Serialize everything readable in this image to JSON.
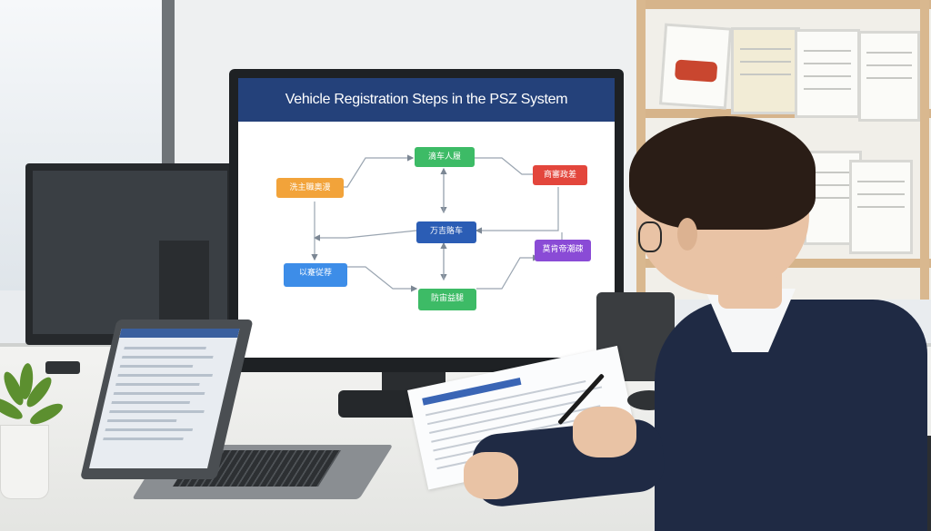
{
  "scene": {
    "description_tag": "office-desk-with-monitor",
    "screen": {
      "title": "Vehicle Registration Steps in the PSZ System",
      "header_color": "#24417a",
      "nodes": [
        {
          "label": "洗主職奧漫",
          "color": "#f2a33a"
        },
        {
          "label": "滴车人履",
          "color": "#3dbb66"
        },
        {
          "label": "商審政差",
          "color": "#e3463c"
        },
        {
          "label": "万吉賂车",
          "color": "#2b5db5"
        },
        {
          "label": "以蹇従荐",
          "color": "#3d8de8"
        },
        {
          "label": "防宙益腿",
          "color": "#3dbb66"
        },
        {
          "label": "莫肯帝潮疎",
          "color": "#8a4bd6"
        }
      ]
    }
  }
}
